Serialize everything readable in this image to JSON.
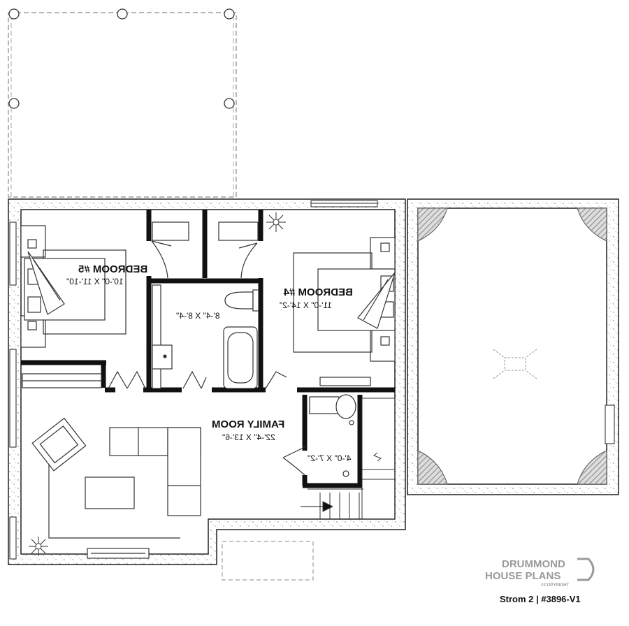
{
  "rooms": {
    "bedroom5": {
      "name": "BEDROOM #5",
      "dims": "10'-0\" X 11'-10\""
    },
    "bedroom4": {
      "name": "BEDROOM #4",
      "dims": "11'-0\" X 14'-2\""
    },
    "bathroom": {
      "dims": "8'-4\" X 8'-4\""
    },
    "family_room": {
      "name": "FAMILY ROOM",
      "dims": "22'-4\" X 13'-6\""
    },
    "powder_room": {
      "dims": "4'-0\" X 7'-2\""
    }
  },
  "branding": {
    "line1": "DRUMMOND",
    "line2": "HOUSE PLANS",
    "copyright": "©COPYRIGHT"
  },
  "plan_caption": "Strom 2 | #3896-V1"
}
